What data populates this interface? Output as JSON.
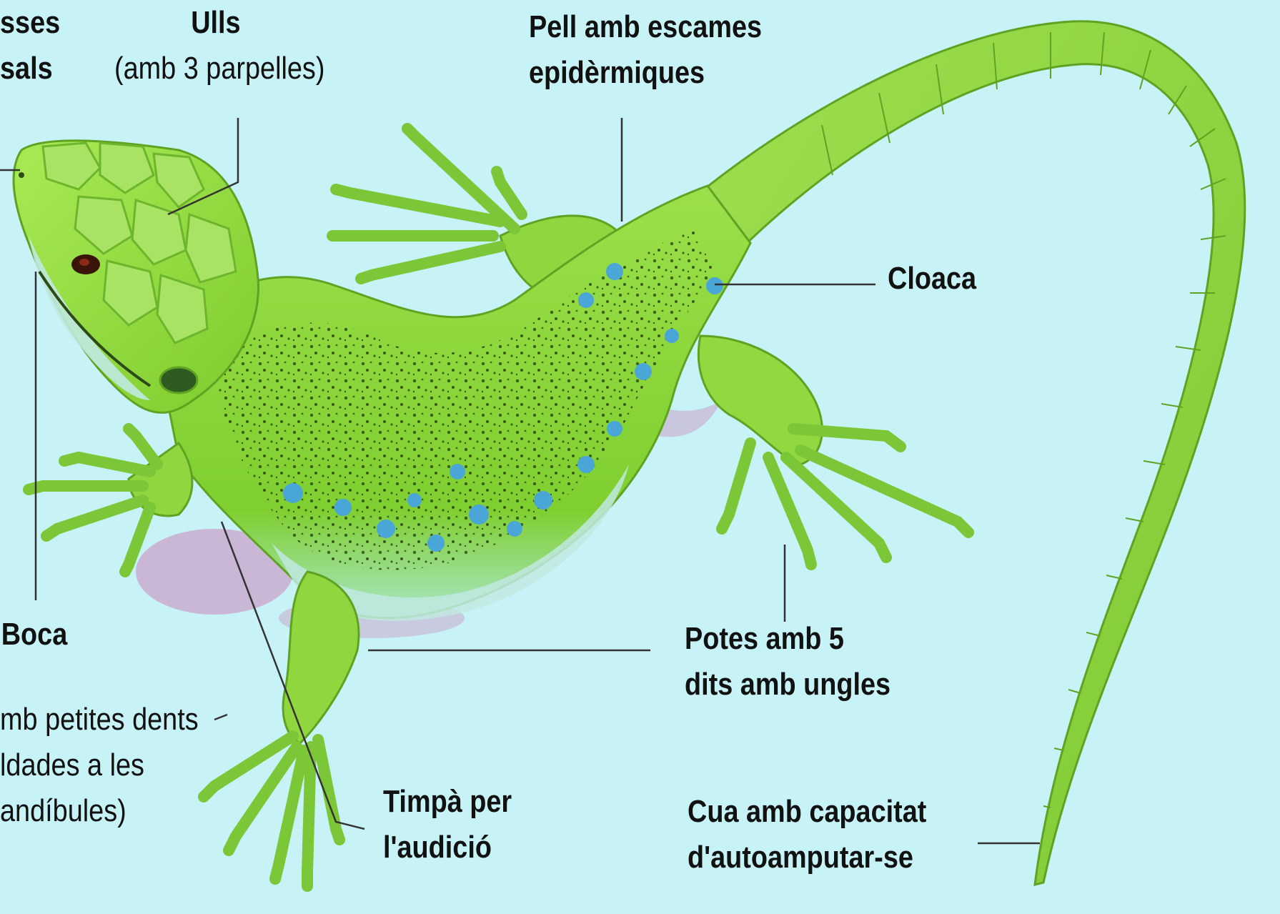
{
  "labels": {
    "nostrils": {
      "line1": "sses",
      "line2": "sals"
    },
    "eyes": {
      "title": "Ulls",
      "subtitle": "(amb 3 parpelles)"
    },
    "skin": {
      "line1": "Pell amb escames",
      "line2": "epidèrmiques"
    },
    "cloaca": {
      "title": "Cloaca"
    },
    "mouth": {
      "title": "Boca",
      "line1": "mb petites dents",
      "line2": "ldades  a les",
      "line3": "andíbules)"
    },
    "legs": {
      "line1": "Potes amb 5",
      "line2": "dits amb ungles"
    },
    "eardrum": {
      "line1": "Timpà per",
      "line2": "l'audició"
    },
    "tail": {
      "line1": "Cua amb capacitat",
      "line2": "d'autoamputar-se"
    }
  },
  "colors": {
    "background": "#c7f3f6",
    "body": "#8ed83a",
    "body_light": "#b6ea63",
    "belly": "#bfe9e0",
    "spot_blue": "#4aa6d6",
    "leader_line": "#333333",
    "shadow": "#c9a3c9"
  }
}
